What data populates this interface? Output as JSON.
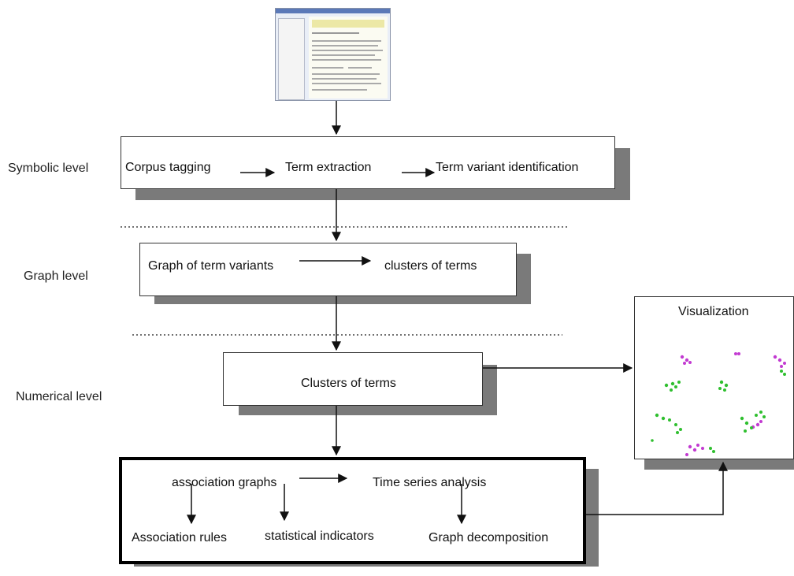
{
  "levels": {
    "symbolic": "Symbolic level",
    "graph": "Graph level",
    "numerical": "Numerical level"
  },
  "symbolic_box": {
    "step1": "Corpus tagging",
    "step2": "Term extraction",
    "step3": "Term variant identification"
  },
  "graph_box": {
    "step1": "Graph of term variants",
    "step2": "clusters of terms"
  },
  "numerical_box": {
    "label": "Clusters of terms"
  },
  "analysis_box": {
    "assoc_graphs": "association graphs",
    "time_series": "Time series analysis",
    "assoc_rules": "Association rules",
    "stat_indicators": "statistical indicators",
    "graph_decomp": "Graph decomposition"
  },
  "visualization": {
    "title": "Visualization"
  },
  "colors": {
    "cluster_magenta": "#c23ad1",
    "cluster_green": "#2fbf2f",
    "shadow": "#7a7a7a",
    "line": "#111111"
  }
}
